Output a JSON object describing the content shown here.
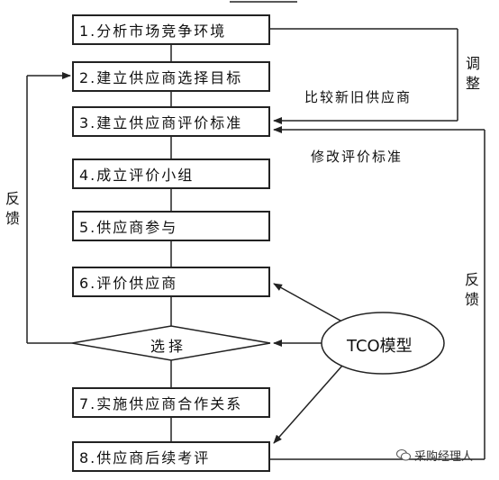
{
  "steps": [
    "1.分析市场竞争环境",
    "2.建立供应商选择目标",
    "3.建立供应商评价标准",
    "4.成立评价小组",
    "5.供应商参与",
    "6.评价供应商",
    "7.实施供应商合作关系",
    "8.供应商后续考评"
  ],
  "decision_label": "选择",
  "tco_label": "TCO模型",
  "labels": {
    "compare": "比较新旧供应商",
    "modify": "修改评价标准",
    "adjust": [
      "调",
      "整"
    ],
    "feedback_left": [
      "反",
      "馈"
    ],
    "feedback_right": [
      "反",
      "馈"
    ]
  },
  "watermark": "采购经理人"
}
